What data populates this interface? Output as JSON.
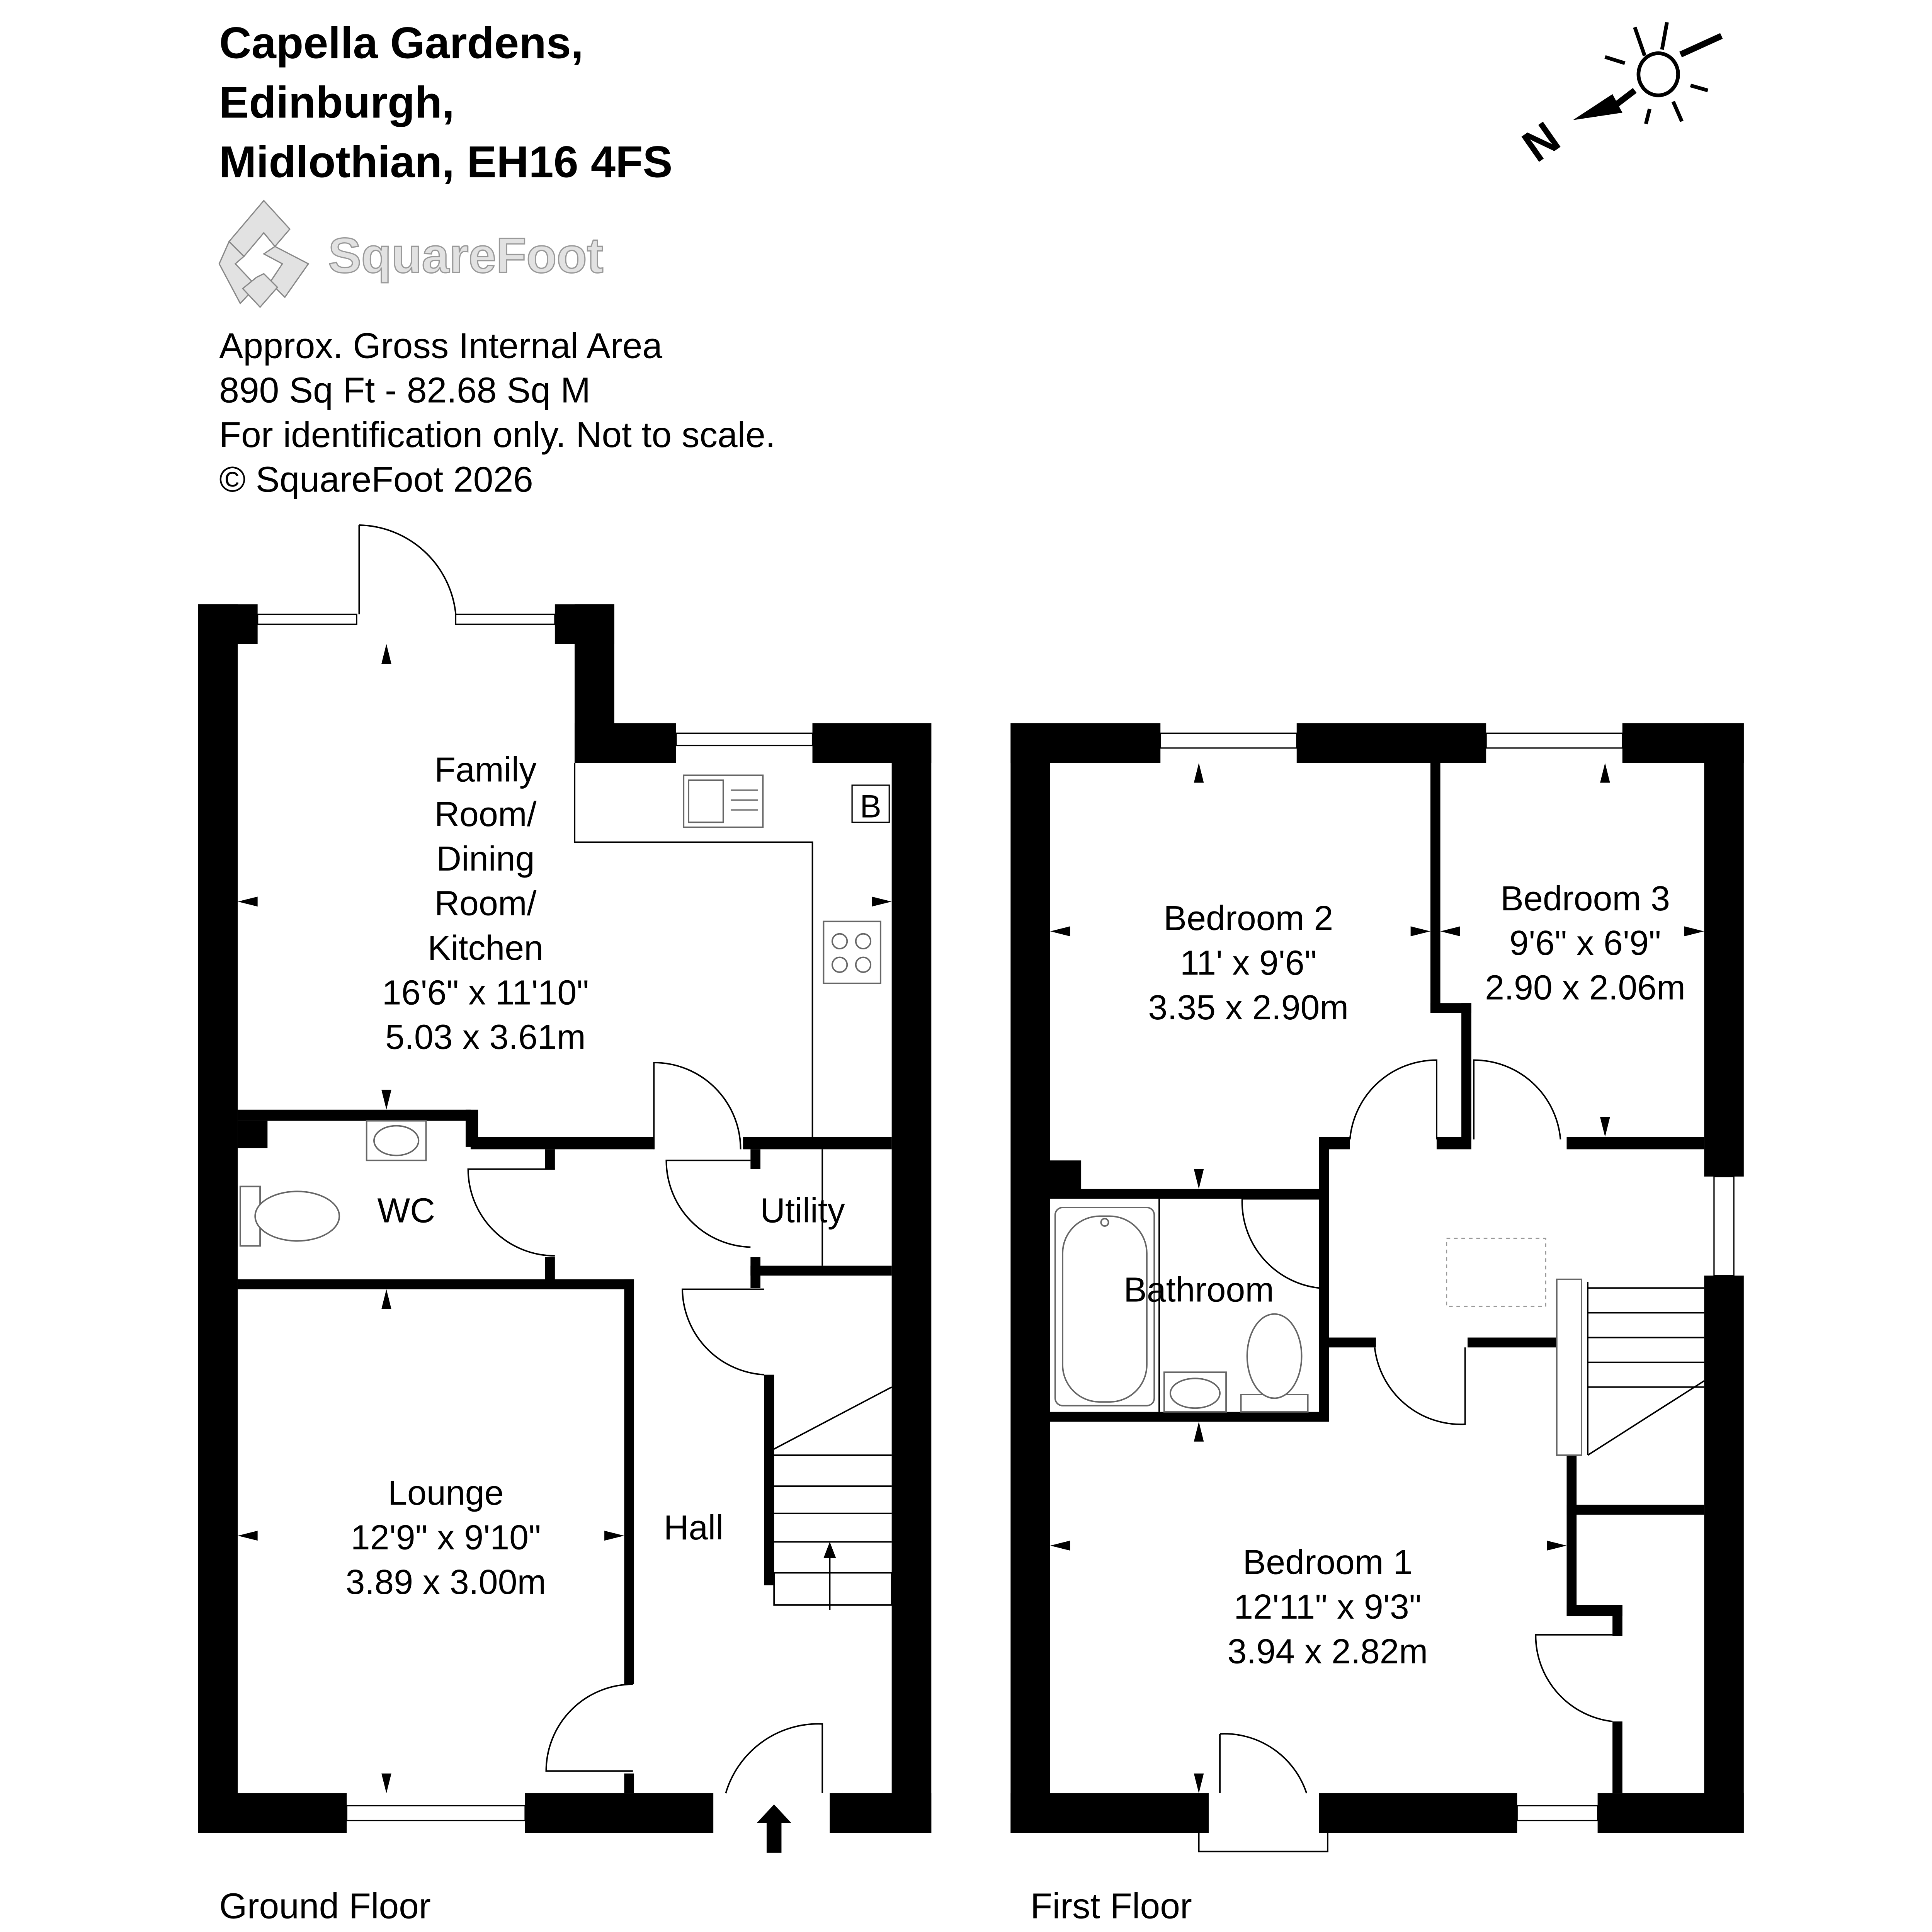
{
  "header": {
    "address_lines": [
      "Capella Gardens,",
      "Edinburgh,",
      "Midlothian, EH16 4FS"
    ],
    "brand": "SquareFoot",
    "info_lines": [
      "Approx. Gross Internal Area",
      "890 Sq Ft  -  82.68 Sq M",
      "For identification only. Not to scale.",
      "© SquareFoot 2026"
    ]
  },
  "compass": {
    "label": "N",
    "icon": "north-arrow-sun-icon"
  },
  "ground_floor": {
    "label": "Ground Floor",
    "rooms": {
      "family": {
        "name_lines": [
          "Family",
          "Room/",
          "Dining",
          "Room/",
          "Kitchen"
        ],
        "imperial": "16'6\" x 11'10\"",
        "metric": "5.03 x 3.61m"
      },
      "wc": {
        "name": "WC"
      },
      "utility": {
        "name": "Utility"
      },
      "lounge": {
        "name": "Lounge",
        "imperial": "12'9\" x 9'10\"",
        "metric": "3.89 x 3.00m"
      },
      "hall": {
        "name": "Hall"
      },
      "boiler": {
        "label": "B"
      }
    }
  },
  "first_floor": {
    "label": "First Floor",
    "rooms": {
      "bedroom2": {
        "name": "Bedroom 2",
        "imperial": "11' x 9'6\"",
        "metric": "3.35 x 2.90m"
      },
      "bedroom3": {
        "name": "Bedroom 3",
        "imperial": "9'6\" x 6'9\"",
        "metric": "2.90 x 2.06m"
      },
      "bathroom": {
        "name": "Bathroom"
      },
      "bedroom1": {
        "name": "Bedroom 1",
        "imperial": "12'11\" x 9'3\"",
        "metric": "3.94 x 2.82m"
      }
    }
  }
}
